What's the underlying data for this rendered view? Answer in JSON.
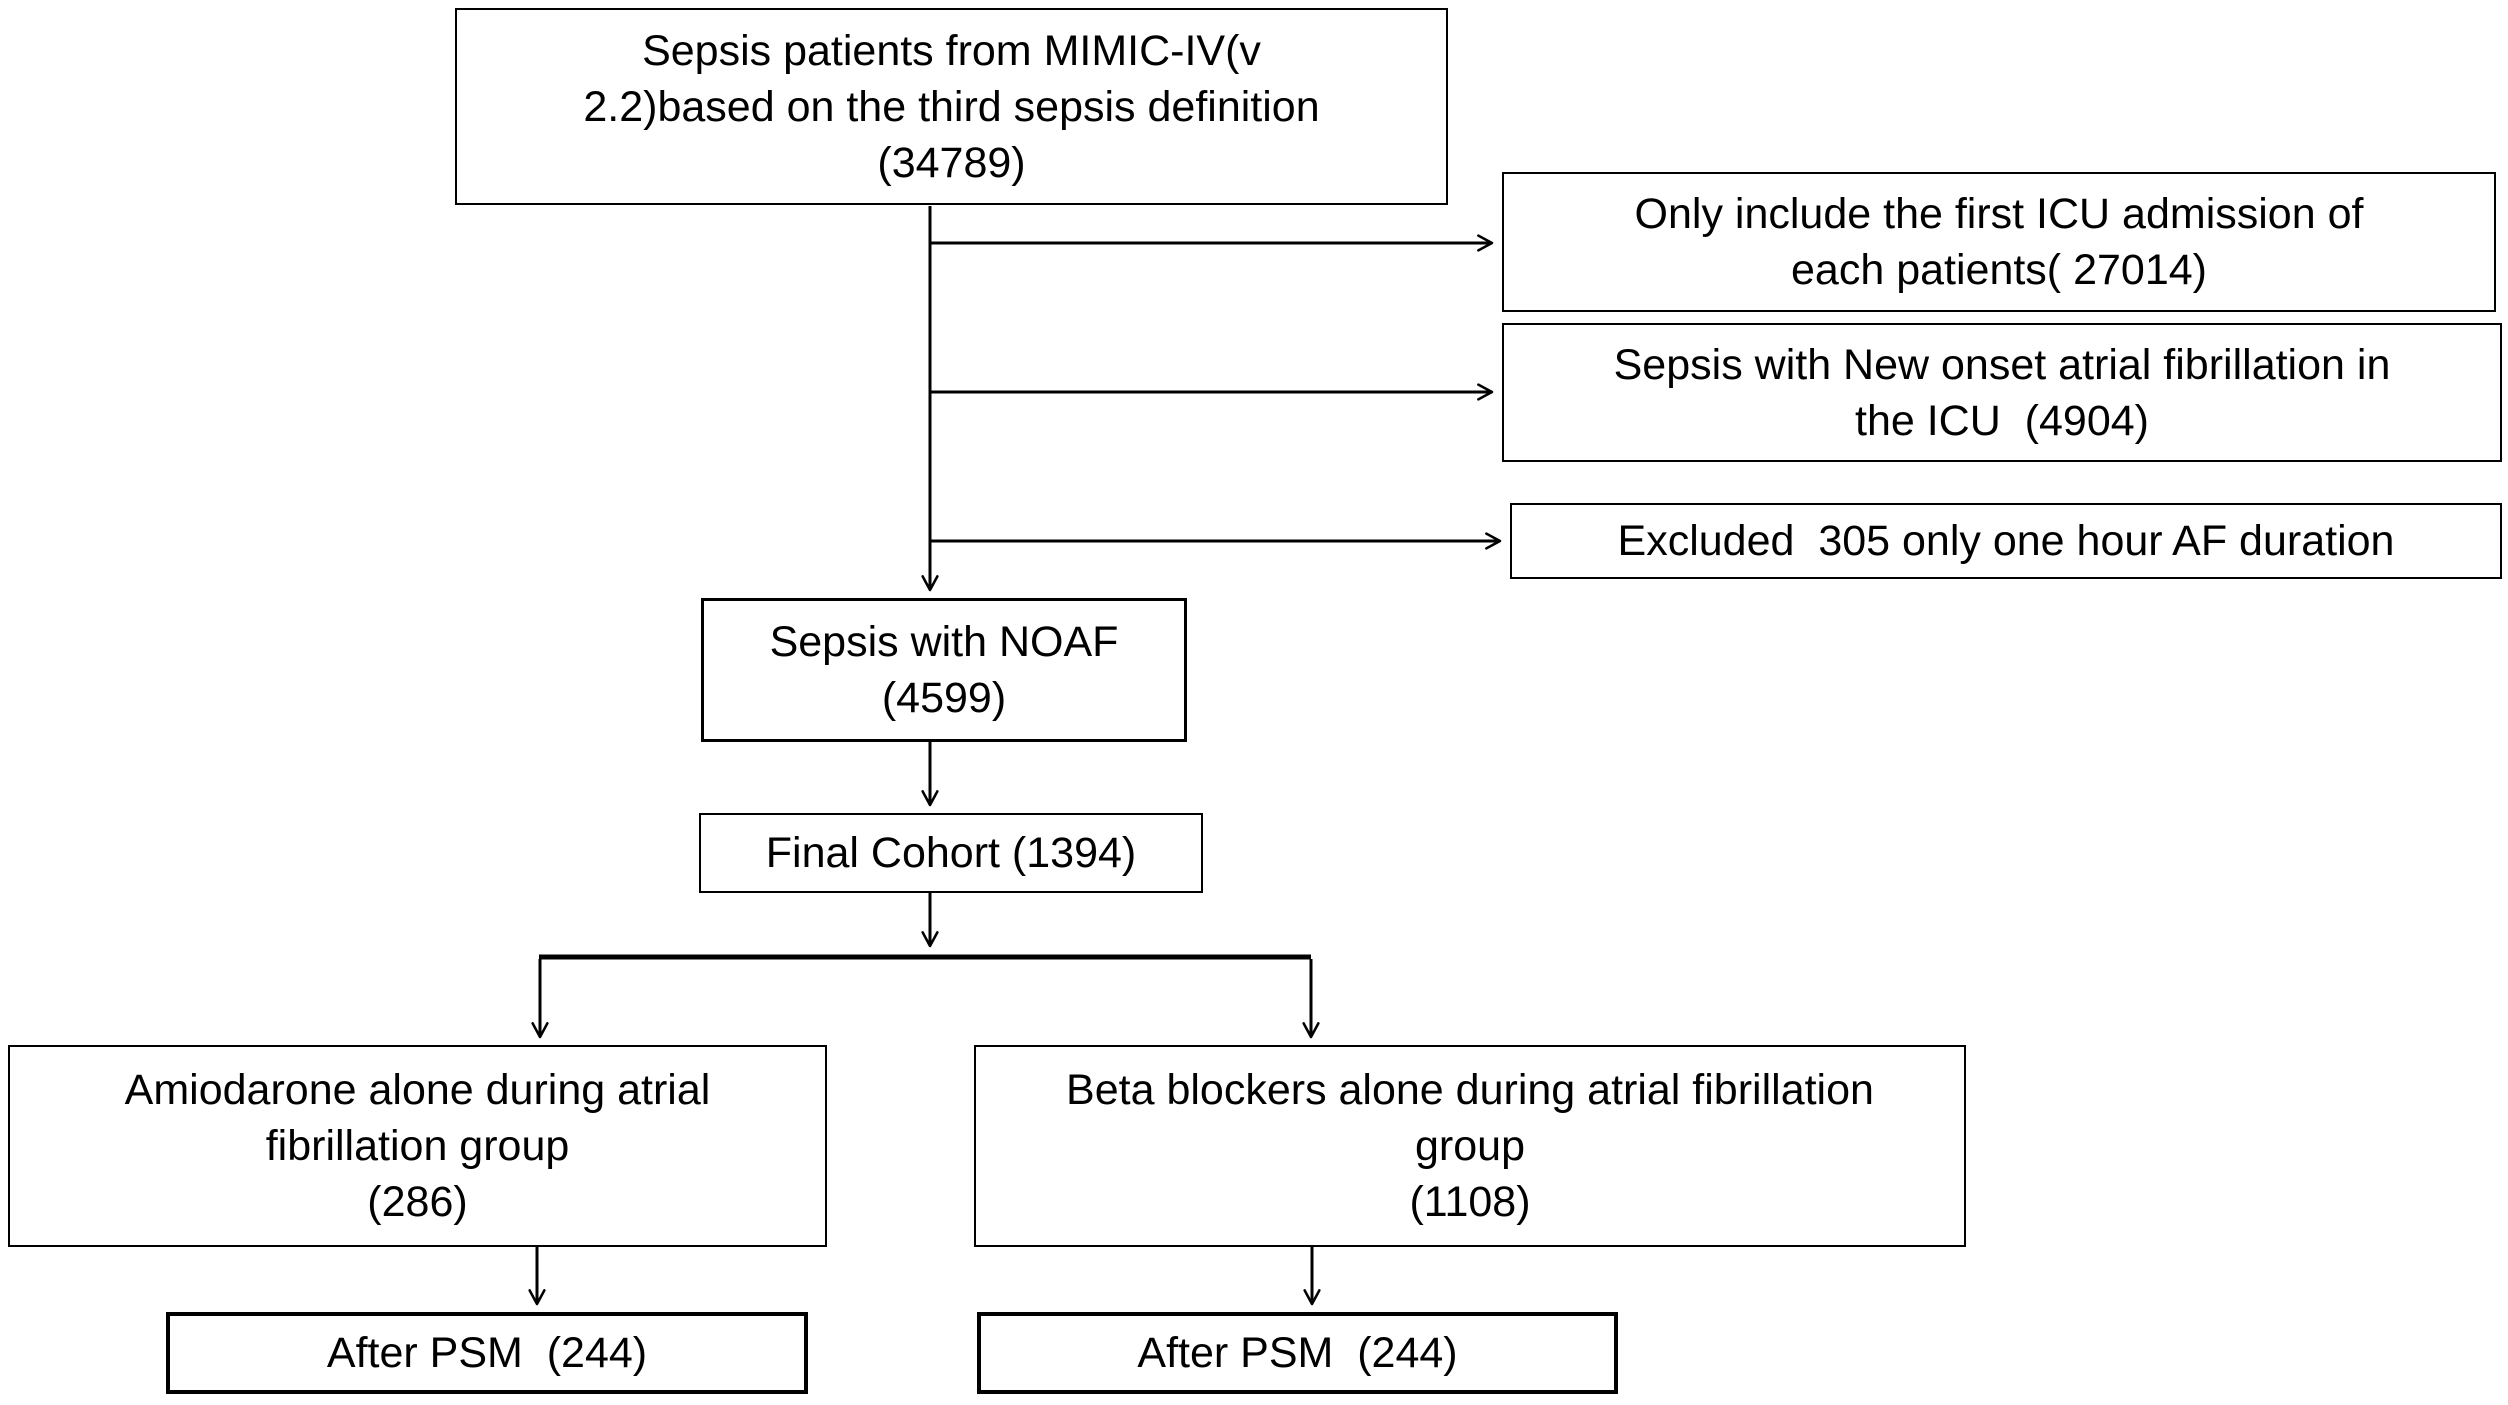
{
  "figure": {
    "colors": {
      "background": "#ffffff",
      "line": "#000000",
      "text": "#000000"
    },
    "nodes": {
      "source": {
        "lines": [
          "Sepsis patients from MIMIC-IV(v",
          "2.2)based on the third sepsis definition",
          "(34789)"
        ],
        "count": 34789
      },
      "excl_first_icu": {
        "lines": [
          "Only include the first ICU admission of",
          "each patients( 27014)"
        ],
        "count": 27014
      },
      "excl_noaf_icu": {
        "lines": [
          "Sepsis with New onset atrial fibrillation in",
          "the ICU  (4904)"
        ],
        "count": 4904
      },
      "excl_af_duration": {
        "lines": [
          "Excluded  305 only one hour AF duration"
        ],
        "count": 305
      },
      "sepsis_noaf": {
        "lines": [
          "Sepsis with NOAF",
          "(4599)"
        ],
        "count": 4599
      },
      "final_cohort": {
        "lines": [
          "Final Cohort (1394)"
        ],
        "count": 1394
      },
      "amiodarone_group": {
        "lines": [
          "Amiodarone alone during atrial",
          "fibrillation group",
          "(286)"
        ],
        "count": 286
      },
      "beta_blocker_group": {
        "lines": [
          "Beta blockers alone during atrial fibrillation",
          "group",
          "(1108)"
        ],
        "count": 1108
      },
      "amiodarone_after_psm": {
        "lines": [
          "After PSM  (244)"
        ],
        "count": 244
      },
      "beta_after_psm": {
        "lines": [
          "After PSM  (244)"
        ],
        "count": 244
      }
    }
  }
}
